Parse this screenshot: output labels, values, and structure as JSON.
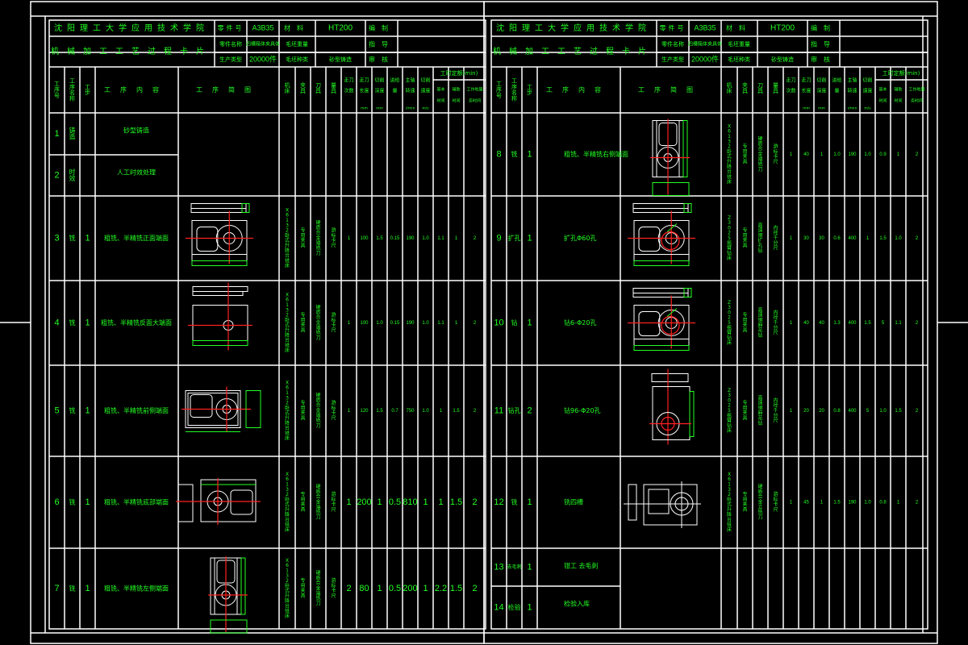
{
  "colors": {
    "background": "#000000",
    "lines": "#ffffff",
    "text": "#22ff22",
    "centerline": "#ff2020"
  },
  "header": {
    "school": "沈阳理工大学应用技术学院",
    "card_title": "机械加工工艺过程卡片",
    "part_no_label": "零件号",
    "part_no": "A3B35",
    "material_label": "材料",
    "material": "HT200",
    "edit_label": "编制",
    "part_name_label": "零件名称",
    "part_name": "四槽箱体夹具体",
    "blank_weight_label": "毛坯重量",
    "blank_weight": "",
    "drawing_no_label": "指导",
    "production_label": "生产类型",
    "production": "20000件",
    "blank_type_label": "毛坯种类",
    "blank_type": "砂型铸造",
    "review_label": "审核"
  },
  "columns": {
    "seq": "工序号",
    "name": "工序名称",
    "step": "工步",
    "content": "工序内容",
    "sketch": "工序简图",
    "machine": "机床",
    "fixture": "夹具",
    "tool": "刀具",
    "gauge": "量具",
    "cut_depth": "走刀次数",
    "cut_width": "走刀长度(mm)",
    "feed": "切削深度(mm)",
    "feed_rate": "进给量",
    "spindle": "主轴转速(r/min)",
    "speed": "切削速度(m/s)",
    "time_group": "工时定额(min)",
    "t_basic": "基本时间",
    "t_aux": "辅助时间",
    "t_per": "工作地服务时间"
  },
  "sheets": [
    {
      "rows": [
        {
          "seq": "1",
          "name": "铸造",
          "step": "",
          "content": "砂型铸造",
          "sketch": false,
          "machine": "",
          "fixture": "",
          "tool": "",
          "gauge": "",
          "values": [
            "",
            "",
            "",
            "",
            "",
            "",
            "",
            "",
            ""
          ]
        },
        {
          "seq": "2",
          "name": "时效",
          "step": "",
          "content": "人工时效处理",
          "sketch": false,
          "machine": "",
          "fixture": "",
          "tool": "",
          "gauge": "",
          "values": [
            "",
            "",
            "",
            "",
            "",
            "",
            "",
            "",
            ""
          ]
        },
        {
          "seq": "3",
          "name": "铣",
          "step": "1",
          "content": "粗铣、半精铣正面端面",
          "sketch": "top-side",
          "machine": "X6132卧式升降台铣床",
          "fixture": "专用夹具",
          "tool": "硬质合金端铣刀",
          "gauge": "游标卡尺",
          "values": [
            "1",
            "100",
            "1.5",
            "0.15",
            "190",
            "1.0",
            "1.1",
            "1",
            "2"
          ]
        },
        {
          "seq": "4",
          "name": "铣",
          "step": "1",
          "content": "粗铣、半精铣反面大端面",
          "sketch": "bottom",
          "machine": "X6132卧式升降台铣床",
          "fixture": "专用夹具",
          "tool": "硬质合金端铣刀",
          "gauge": "游标卡尺",
          "values": [
            "1",
            "100",
            "1.0",
            "0.15",
            "190",
            "1.0",
            "1.1",
            "1",
            "2"
          ]
        },
        {
          "seq": "5",
          "name": "铣",
          "step": "1",
          "content": "粗铣、半精铣前侧端面",
          "sketch": "front",
          "machine": "X6132卧式升降台铣床",
          "fixture": "专用夹具",
          "tool": "硬质合金端铣刀",
          "gauge": "游标卡尺",
          "values": [
            "1",
            "120",
            "1.5",
            "0.7",
            "750",
            "1.0",
            "1",
            "1.5",
            "2"
          ]
        },
        {
          "seq": "6",
          "name": "铣",
          "step": "1",
          "content": "粗铣、半精铣底部端面",
          "sketch": "bottom-side",
          "machine": "X6132卧式升降台铣床",
          "fixture": "专用夹具",
          "tool": "硬质合金端铣刀",
          "gauge": "游标卡尺",
          "values": [
            "1",
            "200",
            "1",
            "0.5",
            "810",
            "1",
            "1",
            "1.5",
            "2"
          ]
        },
        {
          "seq": "7",
          "name": "铣",
          "step": "1",
          "content": "粗铣、半精铣左侧端面",
          "sketch": "left",
          "machine": "X6132卧式升降台铣床",
          "fixture": "专用夹具",
          "tool": "硬质合金端铣刀",
          "gauge": "游标卡尺",
          "values": [
            "2",
            "80",
            "1",
            "0.5",
            "200",
            "1",
            "2.2",
            "1.5",
            "2"
          ]
        }
      ]
    },
    {
      "rows": [
        {
          "seq": "8",
          "name": "铣",
          "step": "1",
          "content": "粗铣、半精铣右侧端面",
          "sketch": "right",
          "machine": "X6132卧式升降台铣床",
          "fixture": "专用夹具",
          "tool": "硬质合金端铣刀",
          "gauge": "游标卡尺",
          "values": [
            "1",
            "40",
            "1",
            "1.0",
            "190",
            "1.0",
            "0.9",
            "1",
            "2"
          ]
        },
        {
          "seq": "9",
          "name": "扩孔",
          "step": "1",
          "content": "扩孔Φ60孔",
          "sketch": "bore",
          "machine": "Z3025摇臂钻床",
          "fixture": "专用夹具",
          "tool": "高速钢扩孔钻",
          "gauge": "内径千分尺",
          "values": [
            "1",
            "30",
            "30",
            "0.6",
            "400",
            "1",
            "1.5",
            "1.0",
            "2"
          ]
        },
        {
          "seq": "10",
          "name": "钻",
          "step": "1",
          "content": "钻6-Φ20孔",
          "sketch": "drill6",
          "machine": "Z3025摇臂钻床",
          "fixture": "专用夹具",
          "tool": "高速钢麻花钻",
          "gauge": "内径千分尺",
          "values": [
            "1",
            "40",
            "40",
            "1.3",
            "400",
            "1.5",
            "5",
            "1.1",
            "2"
          ]
        },
        {
          "seq": "11",
          "name": "钻孔",
          "step": "2",
          "content": "钻96-Φ20孔",
          "sketch": "drill96",
          "machine": "Z3025摇臂钻床",
          "fixture": "专用夹具",
          "tool": "高速钢麻花钻",
          "gauge": "内径千分尺",
          "values": [
            "1",
            "20",
            "20",
            "0.8",
            "400",
            "5",
            "1.0",
            "1.5",
            "2"
          ]
        },
        {
          "seq": "12",
          "name": "铣",
          "step": "1",
          "content": "铣四槽",
          "sketch": "slots",
          "machine": "X6132卧式升降台铣床",
          "fixture": "专用夹具",
          "tool": "硬质合金立铣刀",
          "gauge": "游标卡尺",
          "values": [
            "1",
            "45",
            "1",
            "1.5",
            "190",
            "1.0",
            "0.8",
            "1",
            "2"
          ]
        },
        {
          "seq": "13",
          "name": "去毛刺",
          "step": "1",
          "content": "钳工 去毛刺",
          "sketch": false,
          "machine": "",
          "fixture": "",
          "tool": "",
          "gauge": "",
          "values": [
            "",
            "",
            "",
            "",
            "",
            "",
            "",
            "",
            ""
          ]
        },
        {
          "seq": "14",
          "name": "检验",
          "step": "1",
          "content": "检验入库",
          "sketch": false,
          "machine": "",
          "fixture": "",
          "tool": "",
          "gauge": "",
          "values": [
            "",
            "",
            "",
            "",
            "",
            "",
            "",
            "",
            ""
          ]
        }
      ]
    }
  ]
}
